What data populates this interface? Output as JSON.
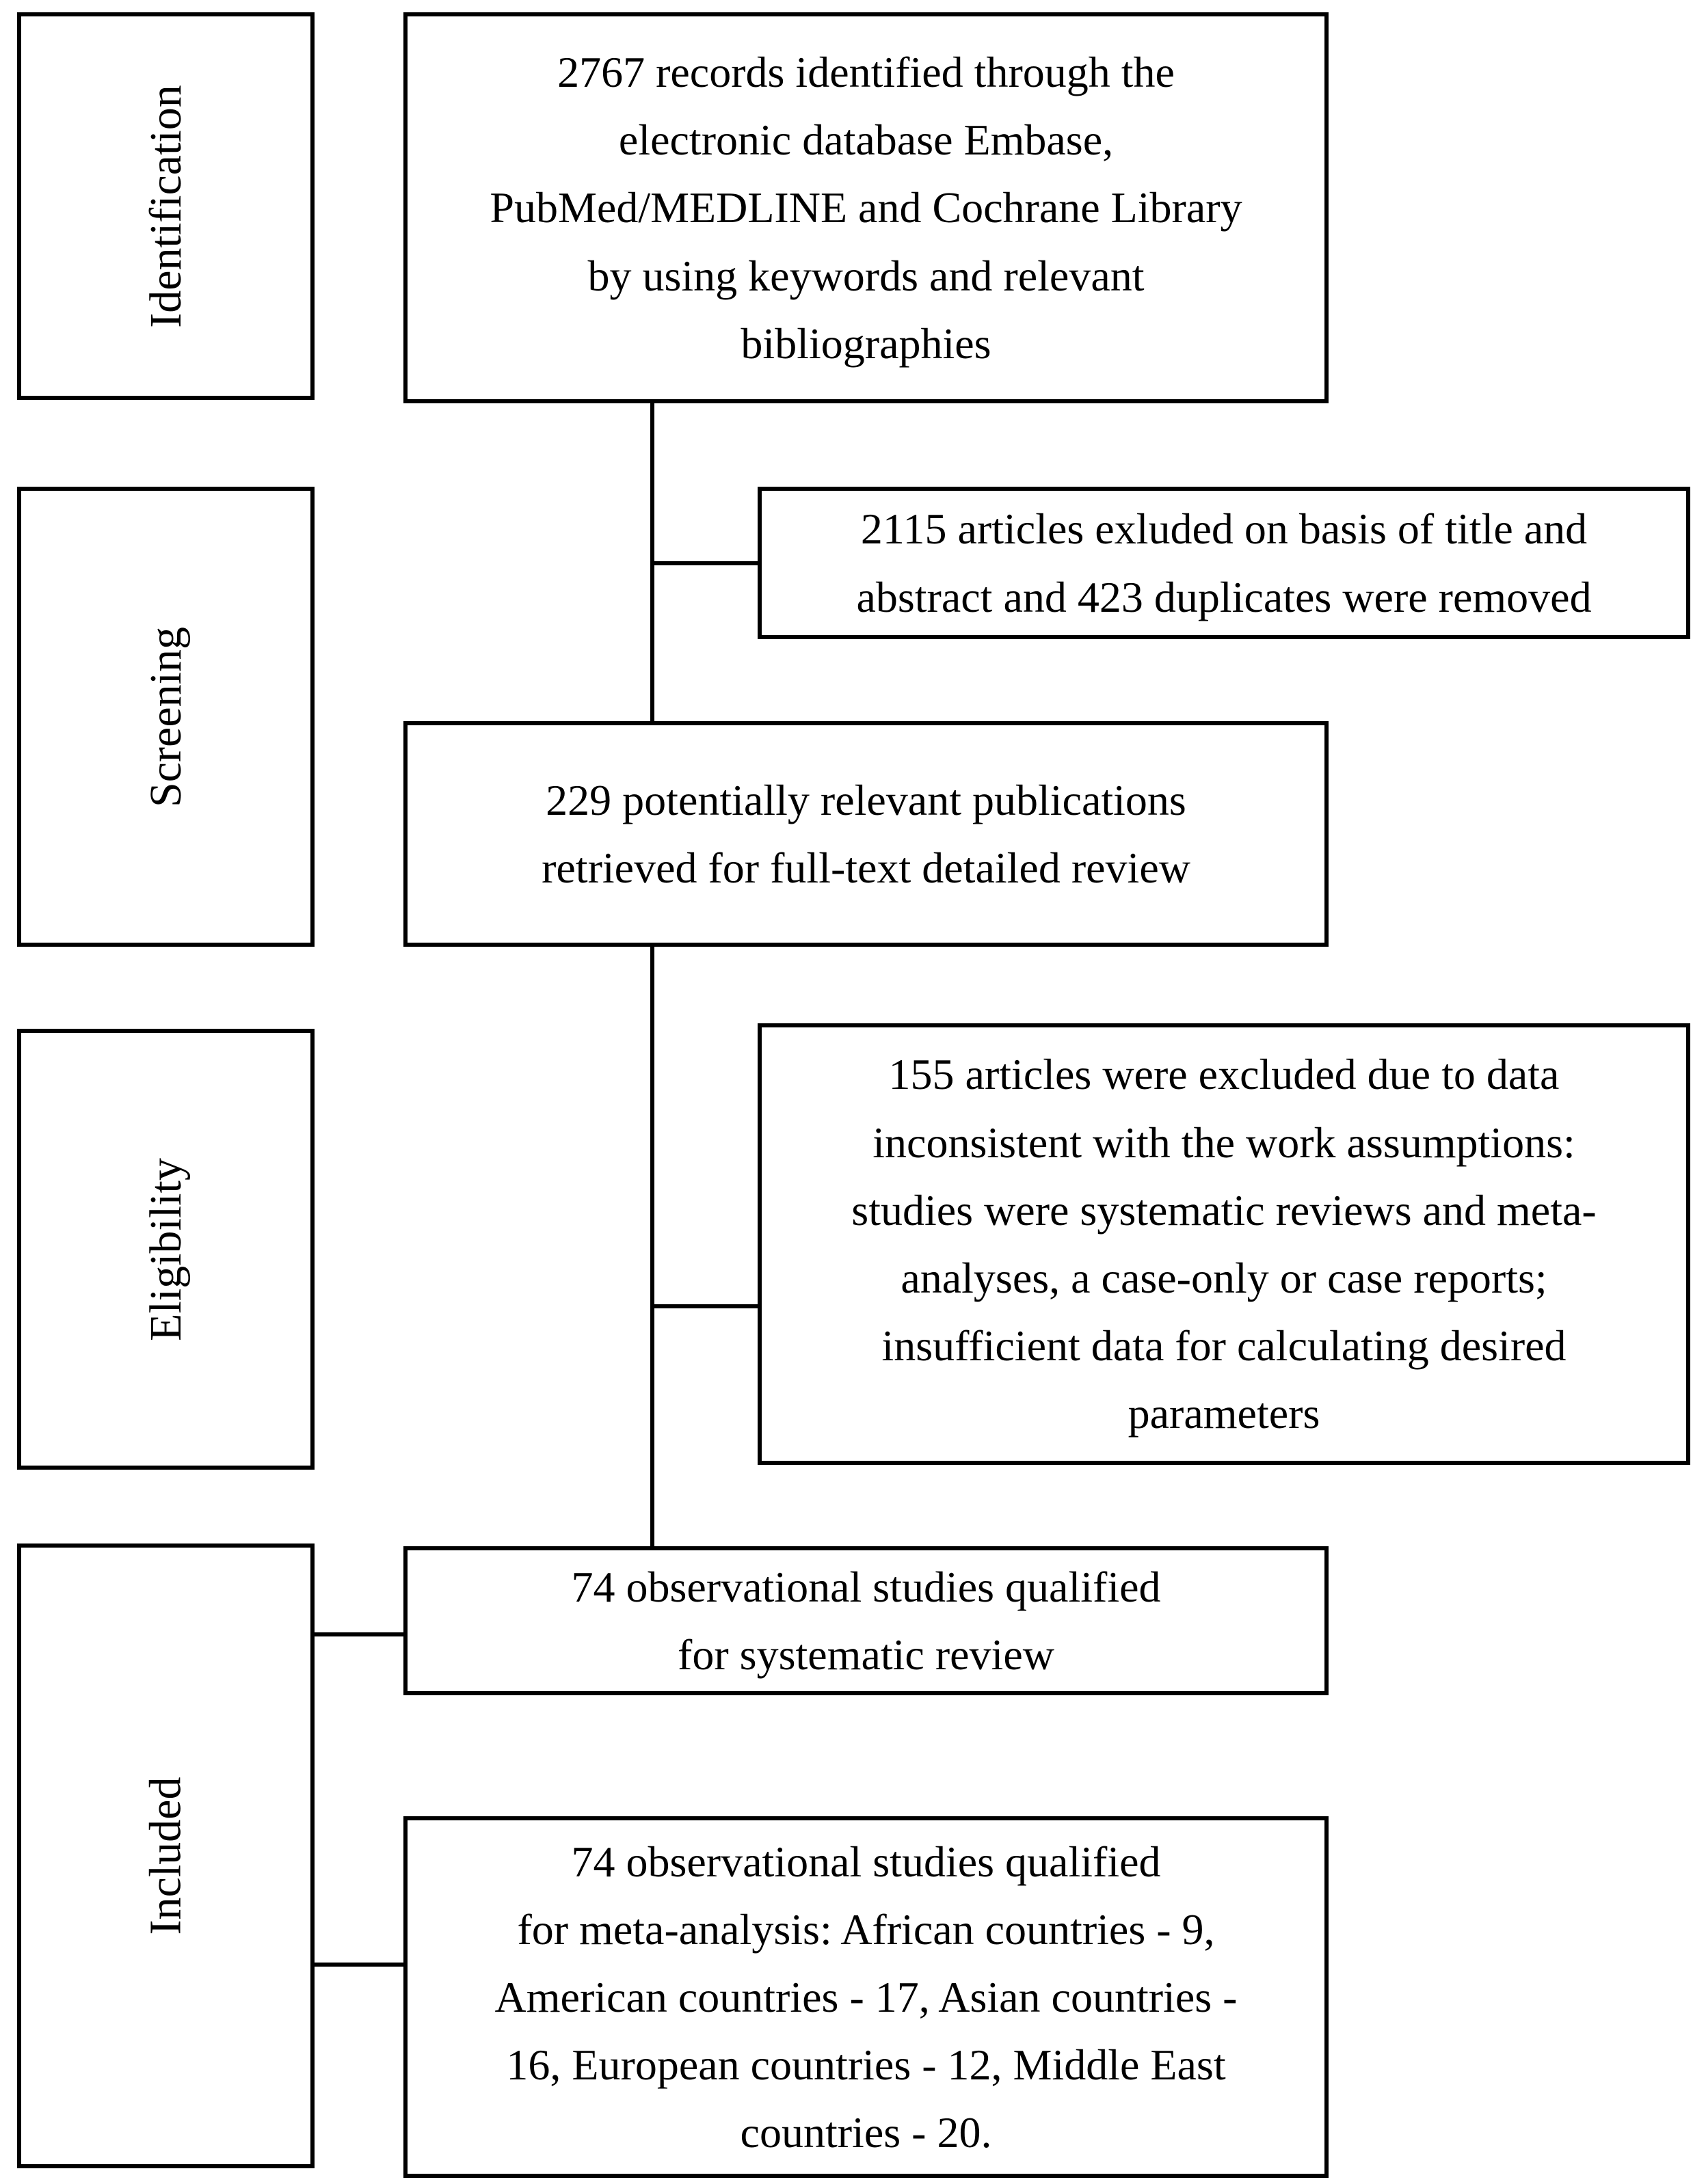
{
  "figure": {
    "kind": "prisma-study-selection-flow-diagram",
    "colors": {
      "background": "#ffffff",
      "border": "#000000",
      "text": "#000000"
    },
    "stages": [
      {
        "id": "identification",
        "label": "Identification"
      },
      {
        "id": "screening",
        "label": "Screening"
      },
      {
        "id": "eligibility",
        "label": "Eligibility"
      },
      {
        "id": "included",
        "label": "Included"
      }
    ],
    "boxes": [
      {
        "id": "records-identified",
        "text": "2767 records identified through the\nelectronic database Embase,\nPubMed/MEDLINE and Cochrane Library\nby using keywords and relevant\nbibliographies"
      },
      {
        "id": "records-excluded-screening",
        "text": "2115 articles exluded on basis of title and\nabstract and 423 duplicates were removed"
      },
      {
        "id": "fulltext-retrieved",
        "text": "229 potentially relevant publications\nretrieved for full-text detailed review"
      },
      {
        "id": "fulltext-excluded",
        "text": "155 articles were excluded due to data\ninconsistent with the work assumptions:\nstudies were systematic reviews and meta-\nanalyses, a case-only or case reports;\ninsufficient data for calculating desired\nparameters"
      },
      {
        "id": "qualified-systematic-review",
        "text": "74 observational studies qualified\nfor systematic review"
      },
      {
        "id": "qualified-meta-analysis",
        "text": "74 observational studies qualified\nfor meta-analysis: African countries - 9,\nAmerican countries - 17, Asian countries -\n16, European countries - 12,  Middle East\ncountries - 20."
      }
    ]
  }
}
